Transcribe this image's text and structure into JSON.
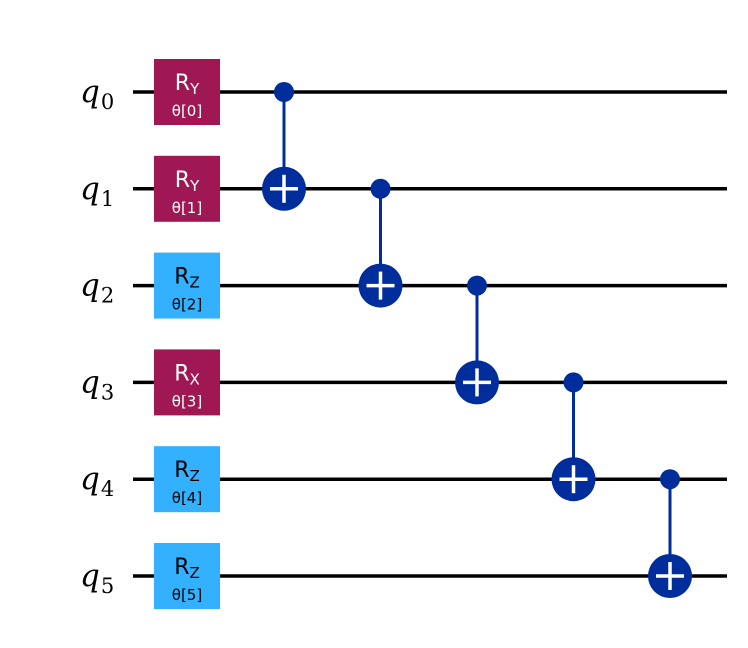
{
  "qubits": [
    {
      "name": "q",
      "index": "0"
    },
    {
      "name": "q",
      "index": "1"
    },
    {
      "name": "q",
      "index": "2"
    },
    {
      "name": "q",
      "index": "3"
    },
    {
      "name": "q",
      "index": "4"
    },
    {
      "name": "q",
      "index": "5"
    }
  ],
  "rotations": [
    {
      "qubit": 0,
      "base": "R",
      "axis": "Y",
      "param": "θ[0]",
      "fill": "#9f1853",
      "text_color": "#ffffff"
    },
    {
      "qubit": 1,
      "base": "R",
      "axis": "Y",
      "param": "θ[1]",
      "fill": "#9f1853",
      "text_color": "#ffffff"
    },
    {
      "qubit": 2,
      "base": "R",
      "axis": "Z",
      "param": "θ[2]",
      "fill": "#33b1ff",
      "text_color": "#000000"
    },
    {
      "qubit": 3,
      "base": "R",
      "axis": "X",
      "param": "θ[3]",
      "fill": "#9f1853",
      "text_color": "#ffffff"
    },
    {
      "qubit": 4,
      "base": "R",
      "axis": "Z",
      "param": "θ[4]",
      "fill": "#33b1ff",
      "text_color": "#000000"
    },
    {
      "qubit": 5,
      "base": "R",
      "axis": "Z",
      "param": "θ[5]",
      "fill": "#33b1ff",
      "text_color": "#000000"
    }
  ],
  "cnots": [
    {
      "control": 0,
      "target": 1,
      "column": 0
    },
    {
      "control": 1,
      "target": 2,
      "column": 1
    },
    {
      "control": 2,
      "target": 3,
      "column": 2
    },
    {
      "control": 3,
      "target": 4,
      "column": 3
    },
    {
      "control": 4,
      "target": 5,
      "column": 4
    }
  ],
  "colors": {
    "wire": "#000000",
    "cnot": "#002d9c",
    "cnot_plus": "#ffffff"
  }
}
